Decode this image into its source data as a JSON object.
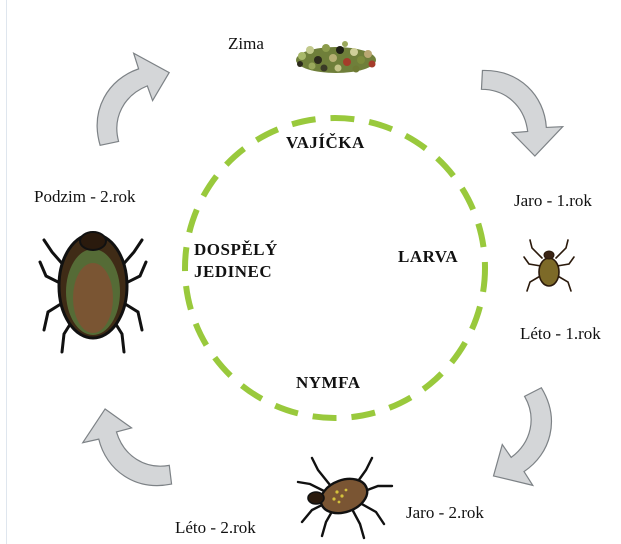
{
  "diagram": {
    "stages": {
      "eggs": "VAJÍČKA",
      "larva": "LARVA",
      "nymph": "NYMFA",
      "adult_line1": "DOSPĚLÝ",
      "adult_line2": "JEDINEC"
    },
    "seasons": {
      "winter": "Zima",
      "spring_year1": "Jaro - 1.rok",
      "summer_year1": "Léto - 1.rok",
      "spring_year2": "Jaro - 2.rok",
      "summer_year2": "Léto - 2.rok",
      "autumn_year2": "Podzim - 2.rok"
    },
    "colors": {
      "cycle_ring": "#99c93c",
      "arrow_fill": "#d4d6d8",
      "arrow_stroke": "#7d8286",
      "tick_dark": "#3a2414",
      "tick_brown": "#7a5533"
    },
    "icons": [
      "egg-cluster-icon",
      "larva-tick-icon",
      "nymph-tick-icon",
      "adult-tick-icon",
      "curved-arrow-icon"
    ]
  }
}
